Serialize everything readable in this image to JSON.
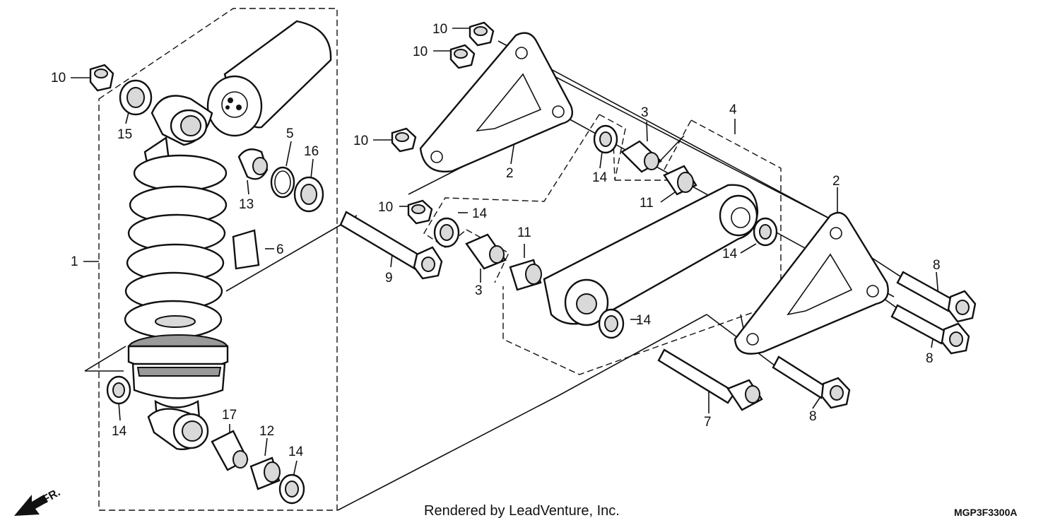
{
  "diagram": {
    "callouts": [
      {
        "id": "c10a",
        "text": "10"
      },
      {
        "id": "c15",
        "text": "15"
      },
      {
        "id": "c13",
        "text": "13"
      },
      {
        "id": "c5",
        "text": "5"
      },
      {
        "id": "c16",
        "text": "16"
      },
      {
        "id": "c6",
        "text": "6"
      },
      {
        "id": "c1",
        "text": "1"
      },
      {
        "id": "c14a",
        "text": "14"
      },
      {
        "id": "c17",
        "text": "17"
      },
      {
        "id": "c12",
        "text": "12"
      },
      {
        "id": "c14b",
        "text": "14"
      },
      {
        "id": "c10b",
        "text": "10"
      },
      {
        "id": "c10c",
        "text": "10"
      },
      {
        "id": "c10d",
        "text": "10"
      },
      {
        "id": "c10e",
        "text": "10"
      },
      {
        "id": "c2a",
        "text": "2"
      },
      {
        "id": "c14c",
        "text": "14"
      },
      {
        "id": "c9",
        "text": "9"
      },
      {
        "id": "c3a",
        "text": "3"
      },
      {
        "id": "c11a",
        "text": "11"
      },
      {
        "id": "c3b",
        "text": "3"
      },
      {
        "id": "c14d",
        "text": "14"
      },
      {
        "id": "c4",
        "text": "4"
      },
      {
        "id": "c11b",
        "text": "11"
      },
      {
        "id": "c14e",
        "text": "14"
      },
      {
        "id": "c14f",
        "text": "14"
      },
      {
        "id": "c2b",
        "text": "2"
      },
      {
        "id": "c8a",
        "text": "8"
      },
      {
        "id": "c8b",
        "text": "8"
      },
      {
        "id": "c8c",
        "text": "8"
      },
      {
        "id": "c7",
        "text": "7"
      }
    ],
    "direction_marker": "FR.",
    "credit": "Rendered by LeadVenture, Inc.",
    "diagram_code": "MGP3F3300A"
  }
}
